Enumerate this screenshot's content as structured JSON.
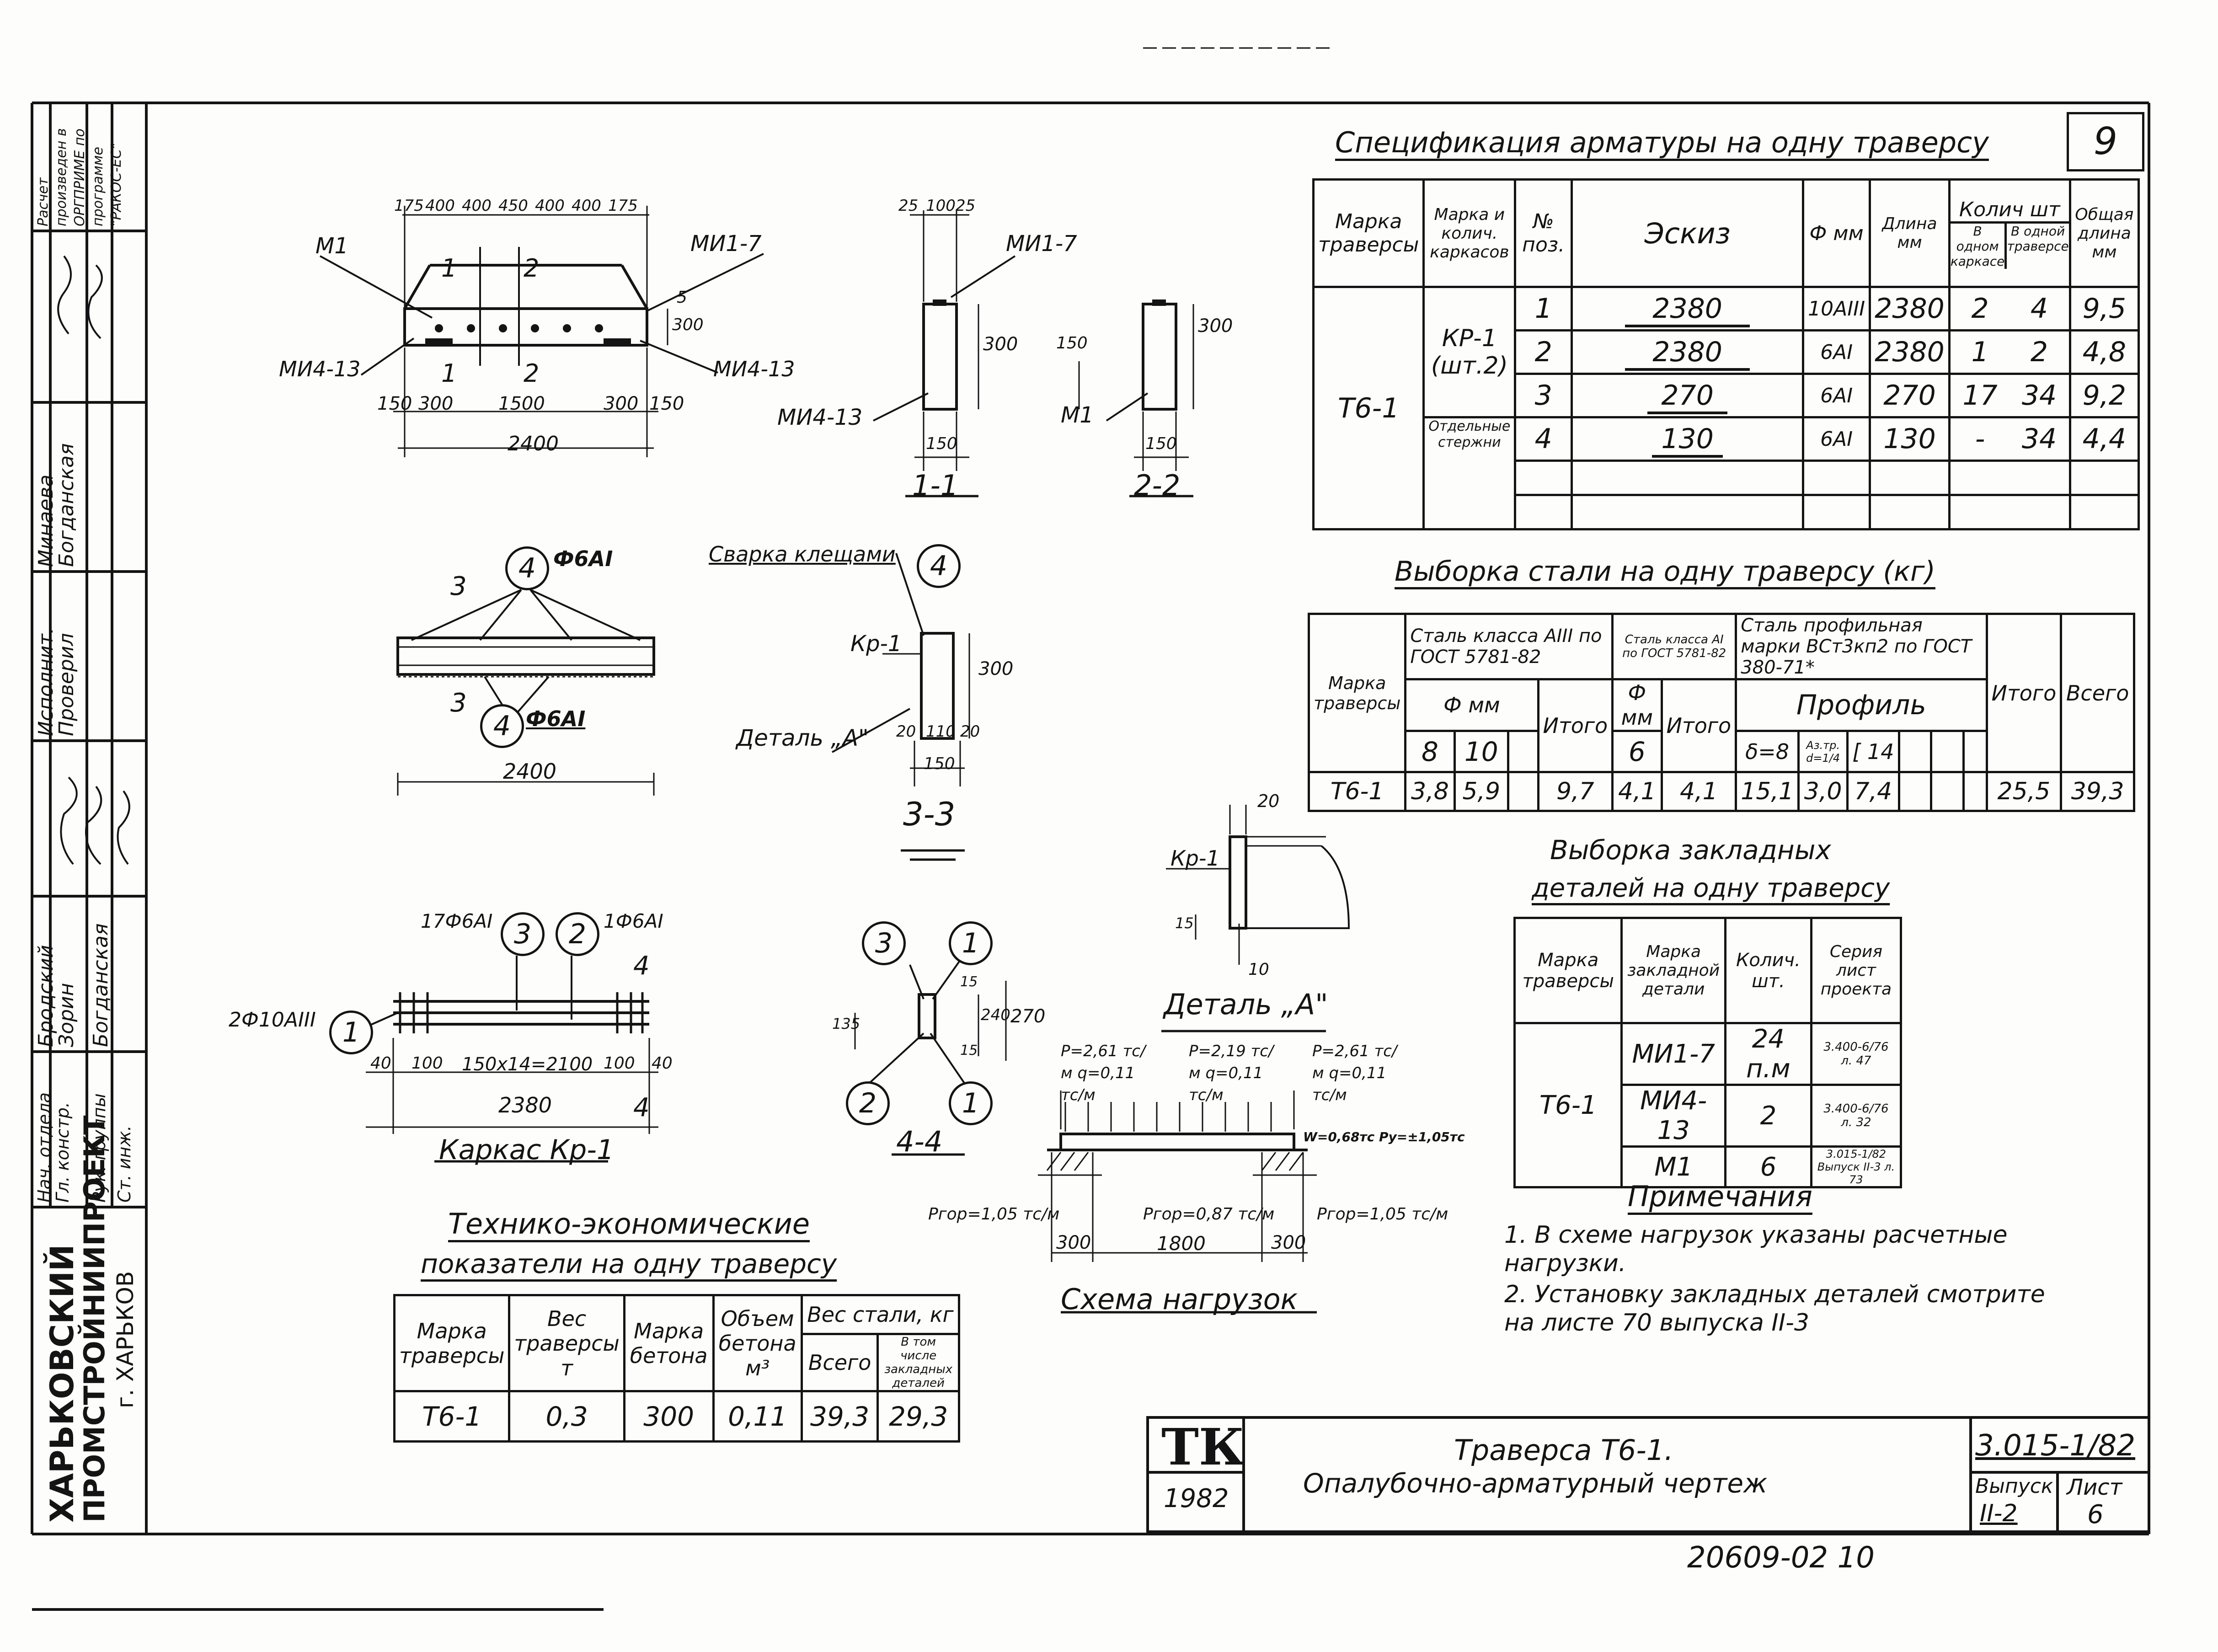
{
  "sheet_number": "9",
  "spec": {
    "title": "Спецификация арматуры на одну траверсу",
    "headers": [
      "Марка траверсы",
      "Марка и колич. каркасов",
      "№ поз.",
      "Эскиз",
      "Ф мм",
      "Длина мм",
      "Колич шт",
      "В одном каркасе",
      "В одной траверсе",
      "Общая длина мм"
    ],
    "traverse": "Т6-1",
    "group1": "КР-1 (шт.2)",
    "group2": "Отдельные стержни",
    "rows": [
      {
        "pos": "1",
        "sketch": "2380",
        "dia": "10AIII",
        "len": "2380",
        "in_frame": "2",
        "in_trav": "4",
        "total": "9,5"
      },
      {
        "pos": "2",
        "sketch": "2380",
        "dia": "6AI",
        "len": "2380",
        "in_frame": "1",
        "in_trav": "2",
        "total": "4,8"
      },
      {
        "pos": "3",
        "sketch": "270",
        "dia": "6AI",
        "len": "270",
        "in_frame": "17",
        "in_trav": "34",
        "total": "9,2"
      },
      {
        "pos": "4",
        "sketch": "130",
        "dia": "6AI",
        "len": "130",
        "in_frame": "-",
        "in_trav": "34",
        "total": "4,4"
      }
    ]
  },
  "steel": {
    "title": "Выборка стали на одну траверсу (кг)",
    "h_mark": "Марка траверсы",
    "h_a3": "Сталь класса AIII по ГОСТ 5781-82",
    "h_a1": "Сталь класса AI по ГОСТ 5781-82",
    "h_prof": "Сталь профильная марки ВСт3кп2 по ГОСТ 380-71*",
    "h_fmm": "Ф мм",
    "h_profile": "Профиль",
    "h_itogo": "Итого",
    "h_vsego": "Всего",
    "c8": "8",
    "c10": "10",
    "c6": "6",
    "cd8": "δ=8",
    "cs": "Аз.тр. d=1/4",
    "cl": "[ 14",
    "row": {
      "mark": "Т6-1",
      "v8": "3,8",
      "v10": "5,9",
      "it1": "9,7",
      "v6": "4,1",
      "it2": "4,1",
      "p1": "15,1",
      "p2": "3,0",
      "p3": "7,4",
      "it3": "25,5",
      "all": "39,3"
    }
  },
  "embedded": {
    "title1": "Выборка закладных",
    "title2": "деталей на одну траверсу",
    "headers": [
      "Марка траверсы",
      "Марка закладной детали",
      "Колич. шт.",
      "Серия лист проекта"
    ],
    "mark": "Т6-1",
    "rows": [
      {
        "name": "МИ1-7",
        "qty": "24 п.м",
        "ref": "3.400-6/76 л. 47"
      },
      {
        "name": "МИ4-13",
        "qty": "2",
        "ref": "3.400-6/76 л. 32"
      },
      {
        "name": "М1",
        "qty": "6",
        "ref": "3.015-1/82 Выпуск II-3 л. 73"
      }
    ]
  },
  "notes": {
    "title": "Примечания",
    "n1": "1. В схеме нагрузок указаны расчетные нагрузки.",
    "n2": "2. Установку закладных деталей смотрите на листе 70 выпуска II-3"
  },
  "tech": {
    "title1": "Технико-экономические",
    "title2": "показатели на одну траверсу",
    "h1": "Марка траверсы",
    "h2": "Вес траверсы т",
    "h3": "Марка бетона",
    "h4": "Объем бетона м³",
    "h5": "Вес стали, кг",
    "h5a": "Всего",
    "h5b": "В том числе закладных деталей",
    "row": {
      "mark": "Т6-1",
      "weight": "0,3",
      "concrete": "300",
      "volume": "0,11",
      "steel": "39,3",
      "emb": "29,3"
    }
  },
  "stamp": {
    "logo": "ТК",
    "year": "1982",
    "title1": "Траверса Т6-1.",
    "title2": "Опалубочно-арматурный чертеж",
    "series": "3.015-1/82",
    "issue_label": "Выпуск",
    "issue": "II-2",
    "sheet_label": "Лист",
    "sheet": "6"
  },
  "footer_code": "20609-02 10",
  "institute": {
    "l1": "ХАРЬКОВСКИЙ",
    "l2": "ПРОМСТРОЙНИИПРОЕКТ",
    "l3": "г. ХАРЬКОВ"
  },
  "sidebar": {
    "roles": [
      "Нач. отдела",
      "Гл. констр.",
      "Рук. группы",
      "Ст. инж."
    ],
    "names": [
      "Бродский",
      "Зорин",
      "Богданская"
    ],
    "exec": [
      "Исполнит.",
      "Проверил"
    ],
    "exec_names": [
      "Минаева",
      "Богданская"
    ],
    "top_note": "Расчет произведен в ОРГПРИМЕ по программе \"РАКОС-ЕС\""
  },
  "drawing": {
    "elev_dims": [
      "175",
      "400",
      "400",
      "450",
      "400",
      "400",
      "175"
    ],
    "elev_bottom": [
      "150",
      "300",
      "1500",
      "300",
      "150"
    ],
    "elev_total": "2400",
    "elev_h": "300",
    "elev_top": "5",
    "m1": "М1",
    "mi17": "МИ1-7",
    "mi413": "МИ4-13",
    "cut1": "1",
    "cut2": "2",
    "cut3": "3",
    "cut4": "4",
    "s11": "1-1",
    "s22": "2-2",
    "s33": "3-3",
    "s44": "4-4",
    "s11_top": [
      "25",
      "100",
      "25"
    ],
    "s11_w": "150",
    "s11_h": "300",
    "s22_h1": "150",
    "s22_h2": "300",
    "s22_w": "150",
    "plan_total": "2400",
    "f6": "Ф6АI",
    "weld": "Сварка клещами",
    "kp1": "Кр-1",
    "detA": "Деталь „А\"",
    "s33_dims": [
      "20",
      "110",
      "20"
    ],
    "s33_w": "150",
    "s33_h": "300",
    "frame_title": "Каркас Кр-1",
    "frame_top1": "17Ф6АI",
    "frame_top2": "1Ф6АI",
    "frame_left": "2Ф10АIII",
    "frame_dims": [
      "40",
      "100",
      "150x14=2100",
      "100",
      "40"
    ],
    "frame_total": "2380",
    "s44_dims": [
      "15",
      "240",
      "15",
      "270",
      "135"
    ],
    "detA_title": "Деталь „А\"",
    "detA_dims": [
      "20",
      "15",
      "10"
    ],
    "load_title": "Схема нагрузок",
    "loads": [
      "P=2,61 тс/м  q=0,11 тс/м",
      "P=2,19 тс/м  q=0,11 тс/м",
      "P=2,61 тс/м  q=0,11 тс/м"
    ],
    "load_w": "W=0,68тс Py=±1,05тс",
    "rgor": [
      "Pгор=1,05 тс/м",
      "Pгор=0,87 тс/м",
      "Pгор=1,05 тс/м"
    ],
    "load_dims": [
      "300",
      "1800",
      "300"
    ]
  }
}
